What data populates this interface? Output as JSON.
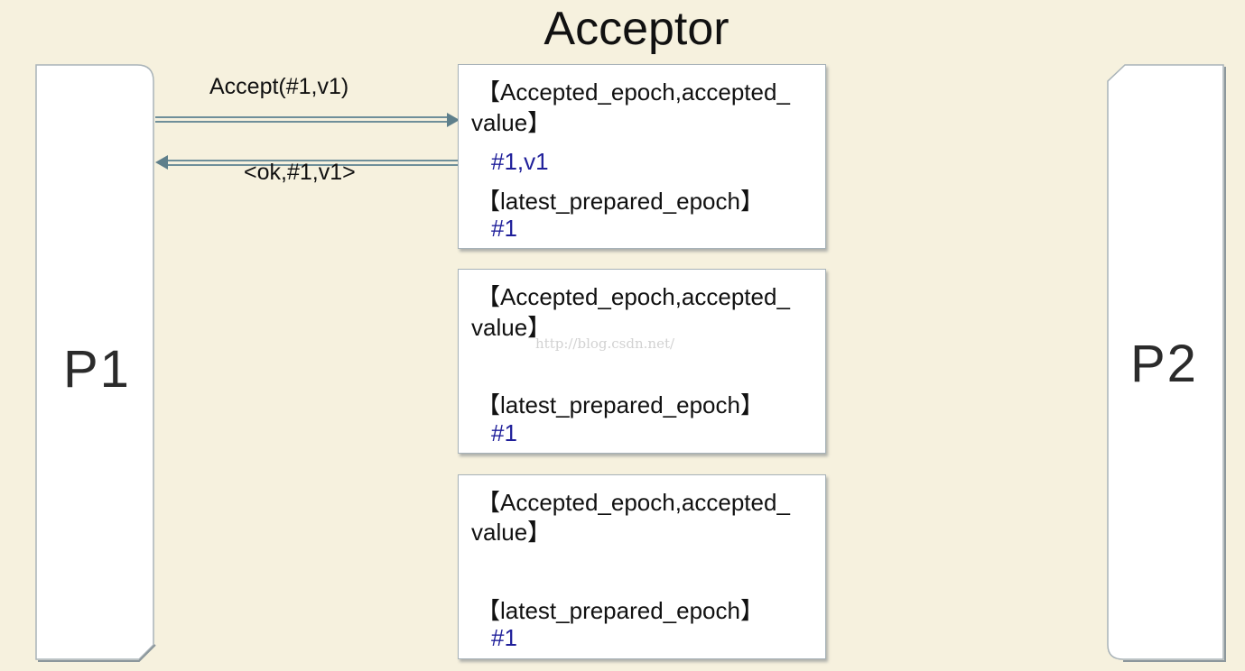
{
  "title": "Acceptor",
  "processes": {
    "left": "P1",
    "right": "P2"
  },
  "messages": {
    "request": "Accept(#1,v1)",
    "response": "<ok,#1,v1>"
  },
  "acceptors": [
    {
      "accepted_label_line1": "【Accepted_epoch,accepted_",
      "accepted_label_line2": "value】",
      "accepted_value": "#1,v1",
      "prepared_label": "【latest_prepared_epoch】",
      "prepared_value": "#1"
    },
    {
      "accepted_label_line1": "【Accepted_epoch,accepted_",
      "accepted_label_line2": "value】",
      "accepted_value": "",
      "prepared_label": "【latest_prepared_epoch】",
      "prepared_value": "#1"
    },
    {
      "accepted_label_line1": "【Accepted_epoch,accepted_",
      "accepted_label_line2": "value】",
      "accepted_value": "",
      "prepared_label": "【latest_prepared_epoch】",
      "prepared_value": "#1"
    }
  ],
  "watermark": "http://blog.csdn.net/",
  "colors": {
    "background": "#f6f1de",
    "value_text": "#1f1f9a",
    "arrow": "#6f8f9a"
  }
}
